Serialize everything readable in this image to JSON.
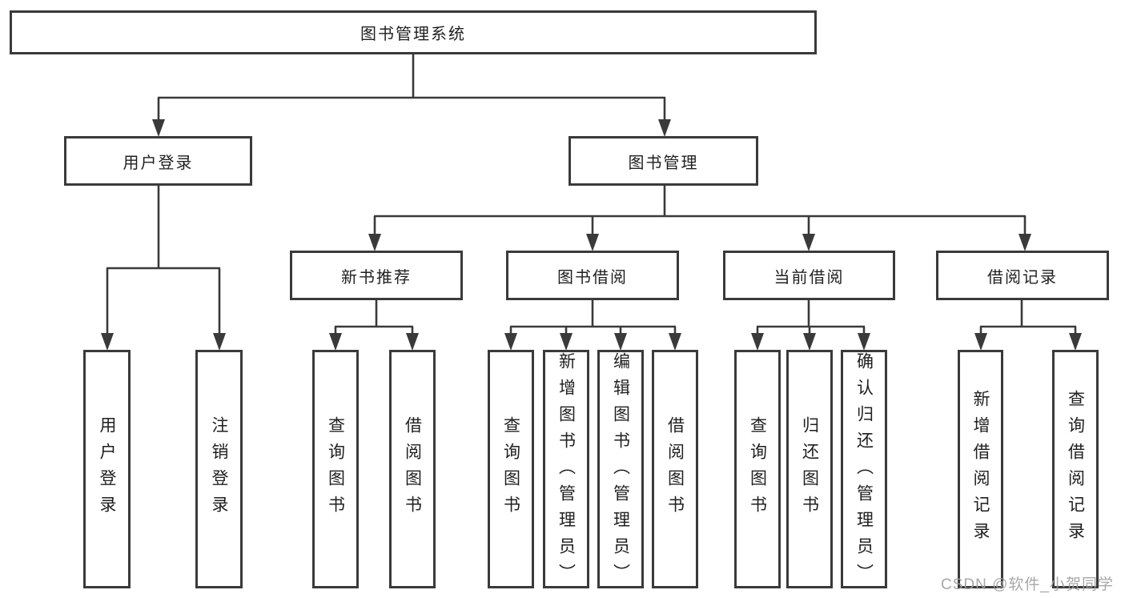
{
  "diagram": {
    "root": {
      "label": "图书管理系统"
    },
    "branches": [
      {
        "label": "用户登录",
        "children": [
          {
            "label": "用户登录"
          },
          {
            "label": "注销登录"
          }
        ]
      },
      {
        "label": "图书管理",
        "children": [
          {
            "label": "新书推荐",
            "children": [
              {
                "label": "查询图书"
              },
              {
                "label": "借阅图书"
              }
            ]
          },
          {
            "label": "图书借阅",
            "children": [
              {
                "label": "查询图书"
              },
              {
                "label": "新增图书（管理员）"
              },
              {
                "label": "编辑图书（管理员）"
              },
              {
                "label": "借阅图书"
              }
            ]
          },
          {
            "label": "当前借阅",
            "children": [
              {
                "label": "查询图书"
              },
              {
                "label": "归还图书"
              },
              {
                "label": "确认归还（管理员）"
              }
            ]
          },
          {
            "label": "借阅记录",
            "children": [
              {
                "label": "新增借阅记录"
              },
              {
                "label": "查询借阅记录"
              }
            ]
          }
        ]
      }
    ]
  },
  "watermark": {
    "text": "CSDN @软件_小贺同学"
  },
  "colors": {
    "line": "#3a3a3a",
    "text": "#1f1f1f",
    "watermark": "#9e9e9e",
    "background": "#ffffff"
  }
}
